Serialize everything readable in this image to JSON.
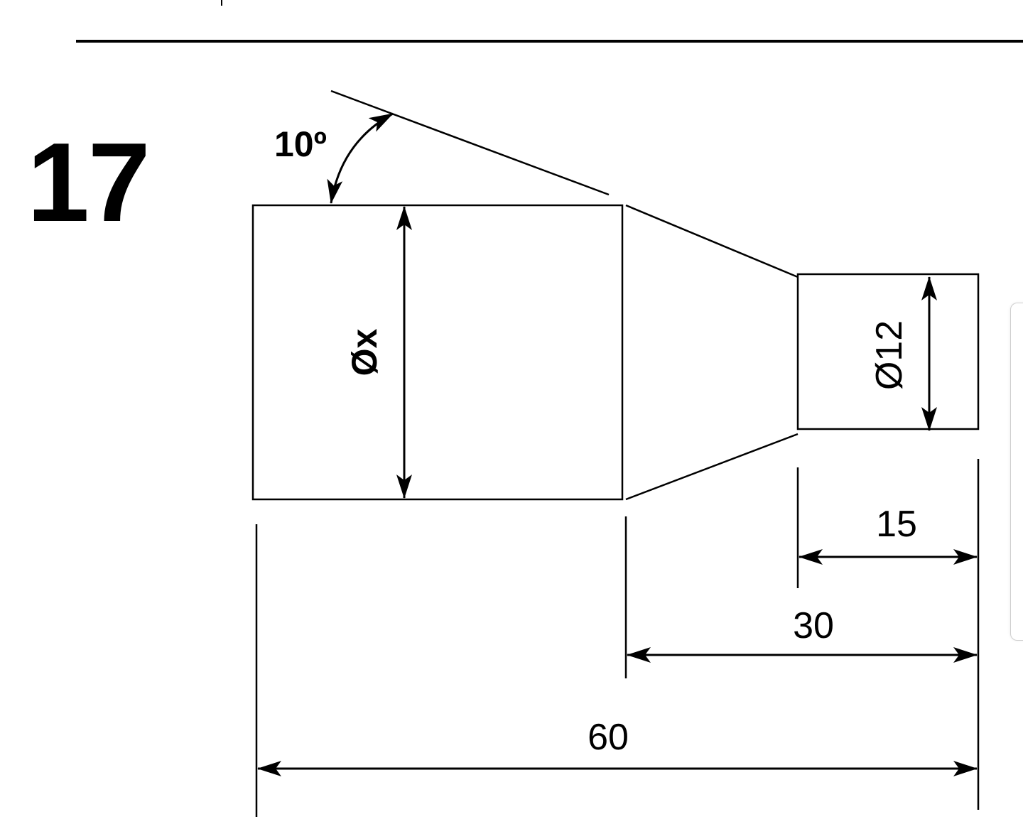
{
  "problem": {
    "number": "17"
  },
  "drawing": {
    "angle_label": "10º",
    "large_diameter_label": "Øx",
    "small_diameter_label": "Ø12",
    "dim_small_length": "15",
    "dim_mid_length": "30",
    "dim_total_length": "60"
  },
  "colors": {
    "line": "#000000",
    "background": "#ffffff",
    "panel_border": "#cfcfcf"
  }
}
